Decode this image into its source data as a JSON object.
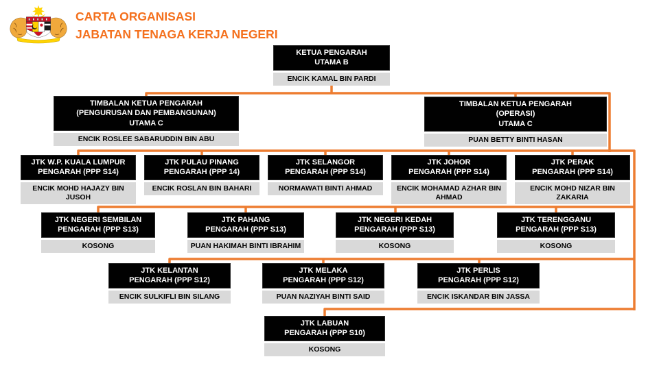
{
  "header": {
    "title_line1": "CARTA ORGANISASI",
    "title_line2": "JABATAN TENAGA KERJA NEGERI",
    "title_color": "#F4701D",
    "logo": "malaysia-coat-of-arms"
  },
  "colors": {
    "connector_orange": "#ED7D31",
    "title_box_black": "#010101",
    "name_box_gray": "#D9D9D9"
  },
  "nodes": {
    "ketua": {
      "title": "KETUA PENGARAH\nUTAMA B",
      "name": "ENCIK KAMAL BIN PARDI"
    },
    "tkp1": {
      "title": "TIMBALAN KETUA PENGARAH\n(PENGURUSAN DAN PEMBANGUNAN)\nUTAMA C",
      "name": "ENCIK ROSLEE SABARUDDIN BIN ABU"
    },
    "tkp2": {
      "title": "TIMBALAN KETUA PENGARAH\n(OPERASI)\nUTAMA C",
      "name": "PUAN BETTY BINTI HASAN"
    },
    "kl": {
      "title": "JTK W.P. KUALA LUMPUR\nPENGARAH (PPP S14)",
      "name": "ENCIK MOHD HAJAZY BIN JUSOH"
    },
    "pinang": {
      "title": "JTK PULAU PINANG\nPENGARAH (PPP 14)",
      "name": "ENCIK ROSLAN BIN BAHARI"
    },
    "selangor": {
      "title": "JTK SELANGOR\nPENGARAH (PPP S14)",
      "name": "NORMAWATI BINTI AHMAD"
    },
    "johor": {
      "title": "JTK JOHOR\nPENGARAH (PPP S14)",
      "name": "ENCIK MOHAMAD AZHAR BIN AHMAD"
    },
    "perak": {
      "title": "JTK PERAK\nPENGARAH (PPP S14)",
      "name": "ENCIK MOHD NIZAR BIN ZAKARIA"
    },
    "sembilan": {
      "title": "JTK NEGERI SEMBILAN\nPENGARAH (PPP S13)",
      "name": "KOSONG"
    },
    "pahang": {
      "title": "JTK PAHANG\nPENGARAH (PPP S13)",
      "name": "PUAN HAKIMAH BINTI IBRAHIM"
    },
    "kedah": {
      "title": "JTK NEGERI KEDAH\nPENGARAH (PPP S13)",
      "name": "KOSONG"
    },
    "tganu": {
      "title": "JTK TERENGGANU\nPENGARAH (PPP S13)",
      "name": "KOSONG"
    },
    "kelantan": {
      "title": "JTK KELANTAN\nPENGARAH (PPP S12)",
      "name": "ENCIK SULKIFLI BIN SILANG"
    },
    "melaka": {
      "title": "JTK MELAKA\nPENGARAH (PPP S12)",
      "name": "PUAN NAZIYAH BINTI SAID"
    },
    "perlis": {
      "title": "JTK PERLIS\nPENGARAH (PPP S12)",
      "name": "ENCIK ISKANDAR BIN JASSA"
    },
    "labuan": {
      "title": "JTK LABUAN\nPENGARAH (PPP S10)",
      "name": "KOSONG"
    }
  }
}
